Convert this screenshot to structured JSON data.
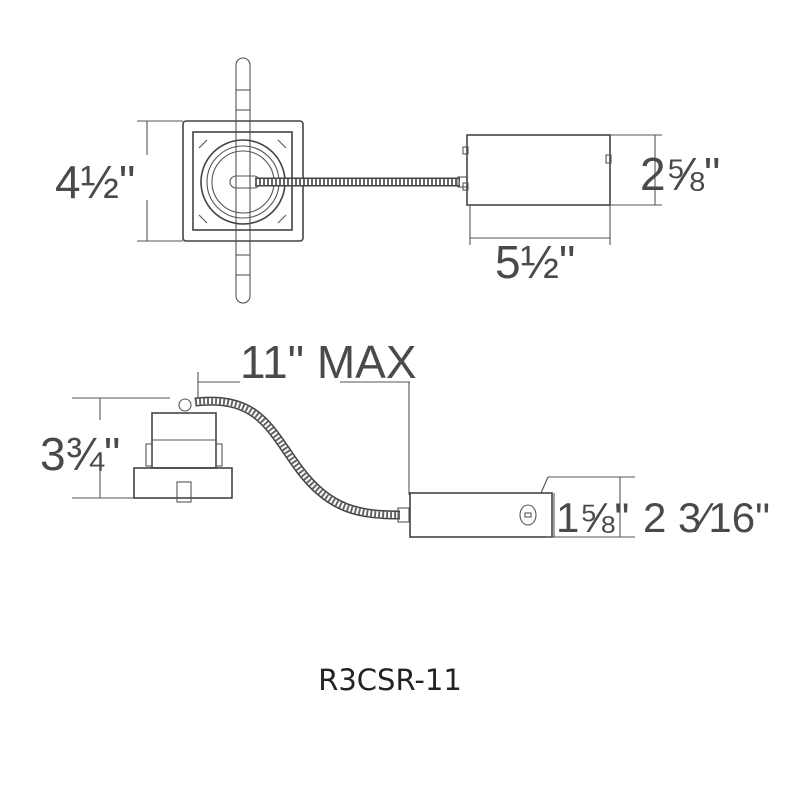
{
  "top_view": {
    "width_label": "4½\"",
    "box_height_label": "2⅝\"",
    "box_length_label": "5½\""
  },
  "side_view": {
    "max_length_label": "11\" MAX",
    "fixture_height_label": "3¾\"",
    "box_height_label": "1⅝\"",
    "box_overall_label": "2 3⁄16\""
  },
  "caption": "R3CSR-11",
  "colors": {
    "line": "#444444",
    "text": "#4a4a4a"
  }
}
